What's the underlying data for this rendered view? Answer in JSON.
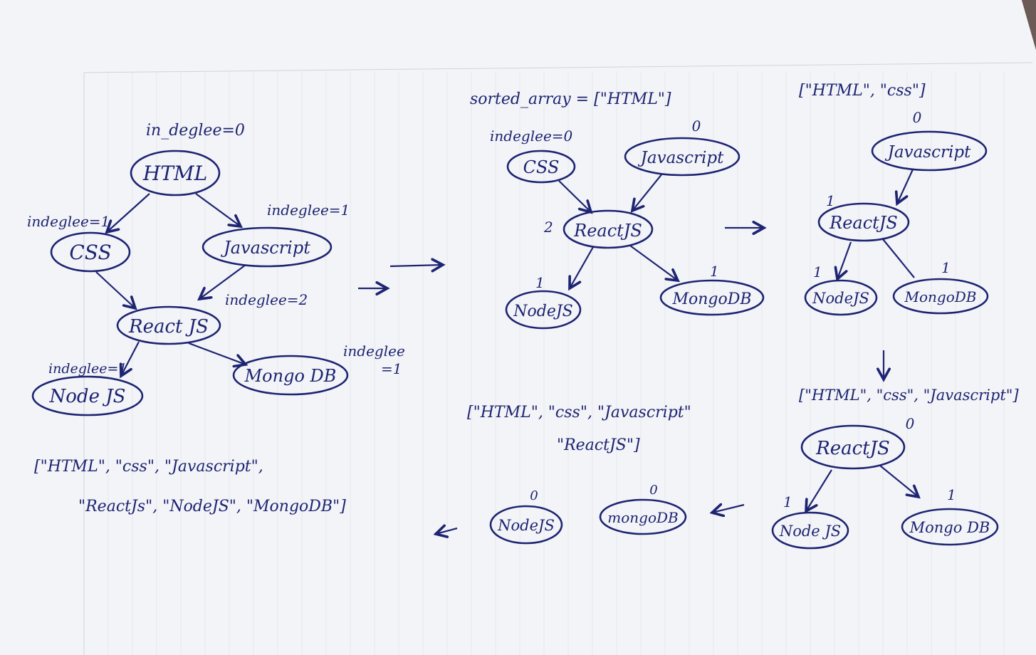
{
  "diagrams": {
    "d1": {
      "nodes": {
        "html": "HTML",
        "css": "CSS",
        "javascript": "Javascript",
        "reactjs": "React JS",
        "nodejs": "Node JS",
        "mongodb": "Mongo DB"
      },
      "labels": {
        "html": "in_deglee=0",
        "css": "indeglee=1",
        "javascript": "indeglee=1",
        "reactjs": "indeglee=2",
        "nodejs": "indeglee=1",
        "mongodb_a": "indeglee",
        "mongodb_b": "=1"
      }
    },
    "d2": {
      "header": "sorted_array = [\"HTML\"]",
      "nodes": {
        "css": "CSS",
        "javascript": "Javascript",
        "reactjs": "ReactJS",
        "nodejs": "NodeJS",
        "mongodb": "MongoDB"
      },
      "labels": {
        "css": "indeglee=0",
        "javascript": "0",
        "reactjs": "2",
        "nodejs": "1",
        "mongodb": "1"
      }
    },
    "d3": {
      "header": "[\"HTML\", \"css\"]",
      "nodes": {
        "javascript": "Javascript",
        "reactjs": "ReactJS",
        "nodejs": "NodeJS",
        "mongodb": "MongoDB"
      },
      "labels": {
        "javascript": "0",
        "reactjs": "1",
        "nodejs": "1",
        "mongodb": "1"
      }
    },
    "d4": {
      "header": "[\"HTML\", \"css\", \"Javascript\"]",
      "nodes": {
        "reactjs": "ReactJS",
        "nodejs": "Node JS",
        "mongodb": "Mongo DB"
      },
      "labels": {
        "reactjs": "0",
        "nodejs": "1",
        "mongodb": "1"
      }
    },
    "d5": {
      "header_line1": "[\"HTML\", \"css\", \"Javascript\"",
      "header_line2": "\"ReactJS\"]",
      "nodes": {
        "nodejs": "NodeJS",
        "mongodb": "mongoDB"
      },
      "labels": {
        "nodejs": "0",
        "mongodb": "0"
      }
    },
    "result": {
      "line1": "[\"HTML\", \"css\", \"Javascript\",",
      "line2": "\"ReactJs\", \"NodeJS\", \"MongoDB\"]"
    }
  },
  "colors": {
    "ink": "#1d2472",
    "paper": "#f3f4f7",
    "rule": "#cfd3dc",
    "background": "#2b1f1c"
  }
}
